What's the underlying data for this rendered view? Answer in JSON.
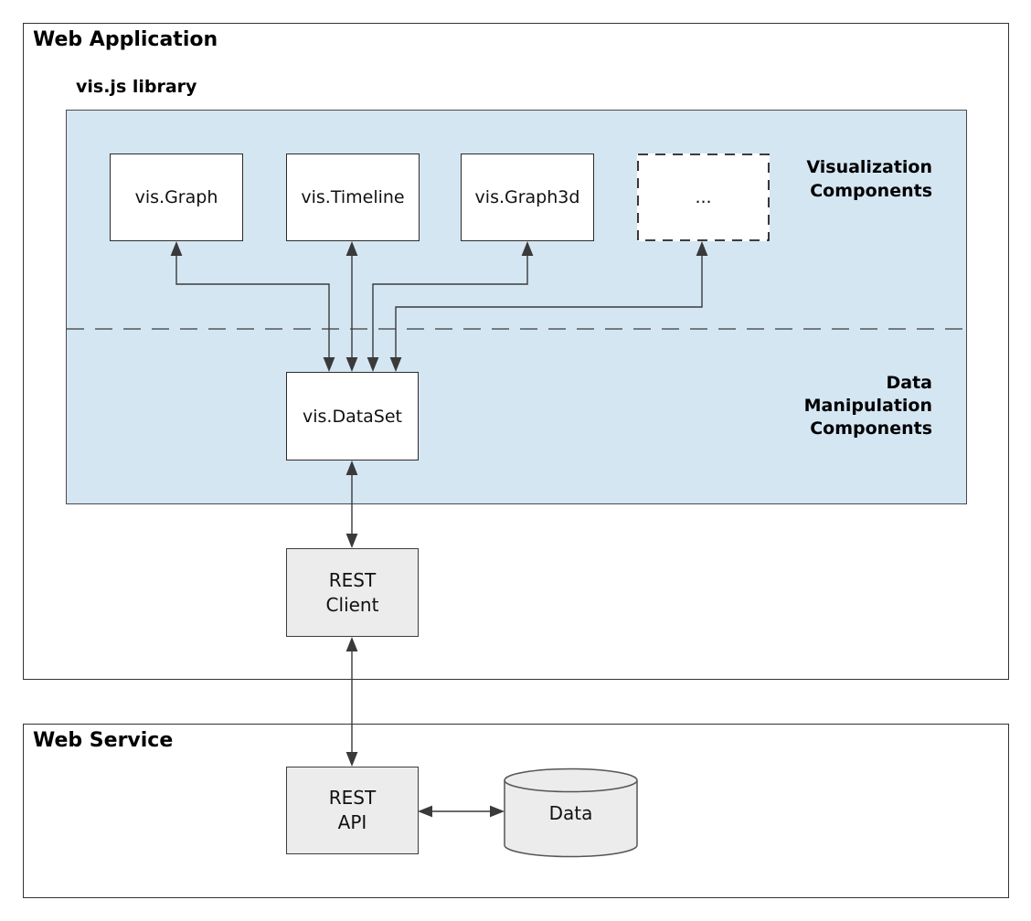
{
  "web_application": {
    "title": "Web Application",
    "visjs": {
      "label": "vis.js library",
      "sections": {
        "visualization": "Visualization\nComponents",
        "data_manipulation": "Data\nManipulation\nComponents"
      },
      "components": {
        "graph": "vis.Graph",
        "timeline": "vis.Timeline",
        "graph3d": "vis.Graph3d",
        "more": "...",
        "dataset": "vis.DataSet"
      }
    },
    "rest_client": "REST\nClient"
  },
  "web_service": {
    "title": "Web Service",
    "rest_api": "REST\nAPI",
    "data_store": "Data"
  },
  "colors": {
    "panel_blue": "#d5e6f3",
    "box_gray": "#ececec",
    "line_dark": "#3a3a3a",
    "border_dark": "#333333"
  }
}
